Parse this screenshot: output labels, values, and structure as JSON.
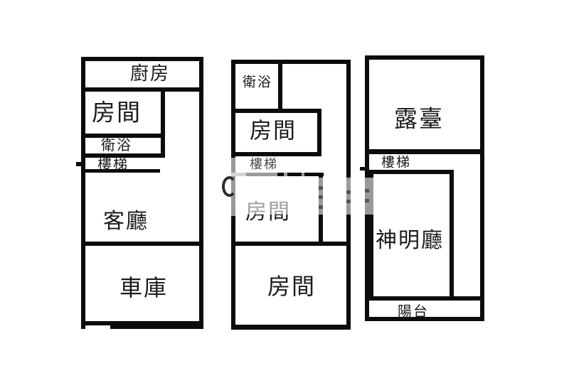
{
  "figure": {
    "type": "floor-plan-diagram",
    "floors_count": 3,
    "colors": {
      "background": "#ffffff",
      "wall": "#0c0c0c",
      "text": "#1b1b1b",
      "faded_stairs_wall": "#9a9a9a",
      "watermark_overlay": "rgba(255,255,255,0.58)"
    }
  },
  "plans": [
    {
      "id": "floor-left",
      "rooms": {
        "kitchen": "廚房",
        "bedroom": "房間",
        "bathroom": "衛浴",
        "stairs": "樓梯",
        "living_room": "客廳",
        "garage": "車庫"
      }
    },
    {
      "id": "floor-middle",
      "rooms": {
        "bathroom": "衛浴",
        "bedroom_upper": "房間",
        "stairs": "樓梯",
        "bedroom_middle": "房間",
        "bedroom_lower": "房間"
      }
    },
    {
      "id": "floor-right",
      "rooms": {
        "terrace": "露臺",
        "stairs": "樓梯",
        "shrine_hall": "神明廳",
        "balcony": "陽台"
      }
    }
  ]
}
